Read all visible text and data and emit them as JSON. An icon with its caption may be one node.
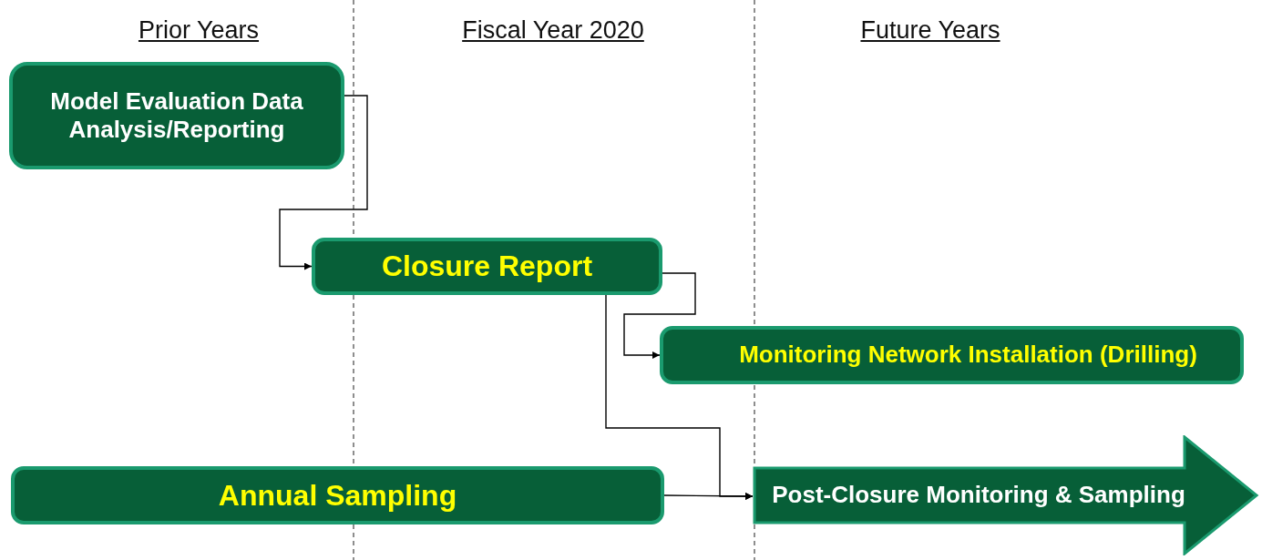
{
  "diagram": {
    "nodes": [
      {
        "text": [
          "Model Evaluation Data Analysis/Reporting"
        ]
      },
      {
        "text": [
          "Closure Report"
        ]
      },
      {
        "text": [
          "Monitoring Network Installation (Drilling)"
        ]
      },
      {
        "text": [
          "Annual Sampling"
        ]
      },
      {
        "text": [
          "Post-Closure Monitoring & Sampling"
        ]
      }
    ],
    "edges": [
      {
        "from": 0,
        "to": 1,
        "arrow": "to"
      },
      {
        "from": 1,
        "to": 2,
        "arrow": "to"
      },
      {
        "from": 1,
        "to": 4,
        "arrow": "to"
      },
      {
        "from": 3,
        "to": 4,
        "arrow": "to"
      }
    ],
    "labels": [
      "Prior Years",
      "Fiscal Year 2020",
      "Future Years"
    ]
  }
}
